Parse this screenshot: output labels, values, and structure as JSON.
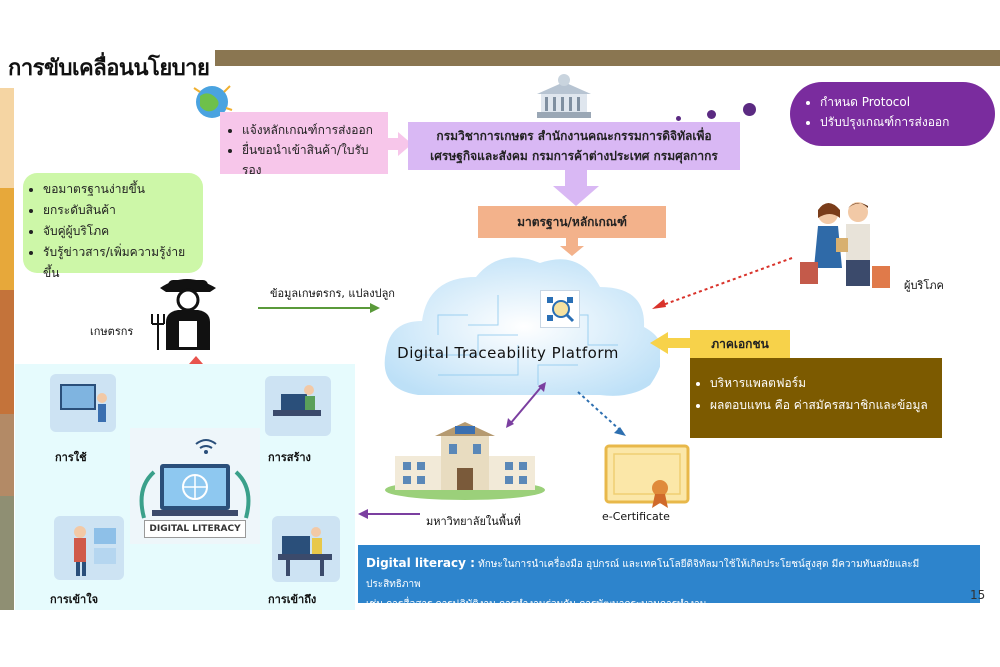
{
  "header": {
    "title": "การขับเคลื่อนนโยบาย"
  },
  "export_box": {
    "items": [
      "แจ้งหลักเกณฑ์การส่งออก",
      "ยื่นขอนำเข้าสินค้า/ใบรับรอง"
    ]
  },
  "agencies_box": {
    "line1": "กรมวิชาการเกษตร  สำนักงานคณะกรรมการดิจิทัลเพื่อ",
    "line2": "เศรษฐกิจและสังคม กรมการค้าต่างประเทศ กรมศุลกากร"
  },
  "protocol_cloud": {
    "items": [
      "กำหนด Protocol",
      "ปรับปรุงเกณฑ์การส่งออก"
    ]
  },
  "farmer_benefits": {
    "items": [
      "ขอมาตรฐานง่ายขึ้น",
      "ยกระดับสินค้า",
      "จับคู่ผู้บริโภค",
      "รับรู้ข่าวสาร/เพิ่มความรู้ง่ายขึ้น"
    ]
  },
  "standards_box": {
    "label": "มาตรฐาน/หลักเกณฑ์"
  },
  "platform": {
    "label": "Digital Traceability Platform"
  },
  "farmer": {
    "label": "เกษตรกร",
    "arrow_label": "ข้อมูลเกษตรกร, แปลงปลูก"
  },
  "consumer": {
    "label": "ผู้บริโภค"
  },
  "private_sector": {
    "label": "ภาคเอกชน",
    "items": [
      "บริหารแพลตฟอร์ม",
      "ผลตอบแทน คือ ค่าสมัครสมาชิกและข้อมูล"
    ]
  },
  "university": {
    "label": "มหาวิทยาลัยในพื้นที่"
  },
  "certificate": {
    "label": "e-Certificate"
  },
  "digital_literacy": {
    "badge": "DIGITAL LITERACY",
    "use": "การใช้",
    "create": "การสร้าง",
    "understand": "การเข้าใจ",
    "access": "การเข้าถึง",
    "definition_term": "Digital literacy :",
    "definition_line1": " ทักษะในการนำเครื่องมือ อุปกรณ์ และเทคโนโลยีดิจิทัลมาใช้ให้เกิดประโยชน์สูงสุด มีความทันสมัยและมีประสิทธิภาพ",
    "definition_line2": "เช่น การสื่อสาร การปฏิบัติงาน การทำงานร่วมกัน การพัฒนากระบวนการทำงาน"
  },
  "page_number": "15",
  "colors": {
    "topbar": "#8a7651",
    "pink": "#f7c6ea",
    "lavender": "#d9b8f4",
    "purple": "#7a2c9e",
    "green": "#cdf7a8",
    "orange": "#f3b28b",
    "yellow": "#f7d24a",
    "brown": "#7c5a00",
    "blue": "#2d84cc",
    "red_arrow": "#e8534d"
  }
}
